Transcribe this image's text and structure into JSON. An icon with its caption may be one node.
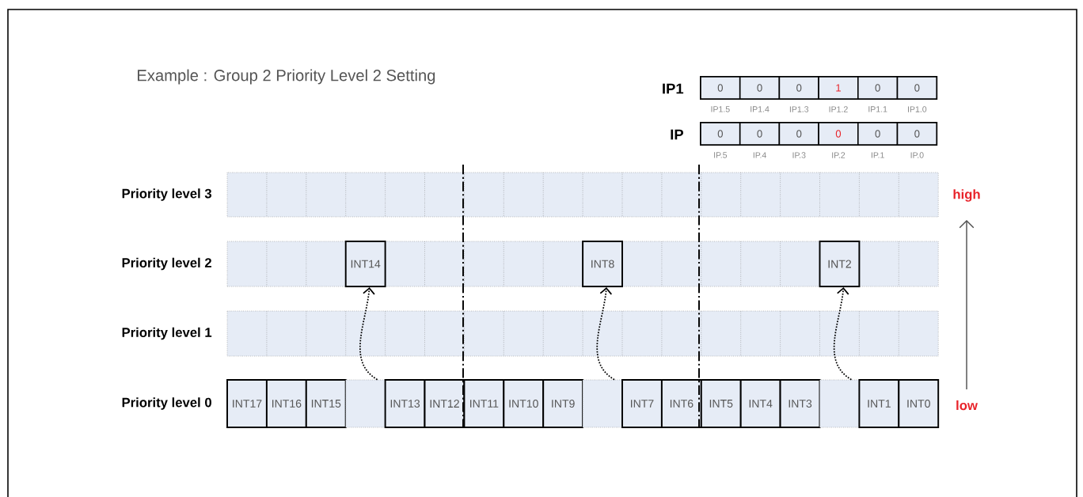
{
  "diagram": {
    "title": "Example : Group 2 Priority Level 2 Setting",
    "nodes": [
      {
        "text": [
          "IP1"
        ]
      },
      {
        "text": [
          "0"
        ],
        "in": 0,
        "beside": [
          "IP1.5"
        ]
      },
      {
        "text": [
          "0"
        ],
        "in": 0,
        "beside": [
          "IP1.4"
        ]
      },
      {
        "text": [
          "0"
        ],
        "in": 0,
        "beside": [
          "IP1.3"
        ]
      },
      {
        "text": [
          "1"
        ],
        "in": 0,
        "beside": [
          "IP1.2"
        ]
      },
      {
        "text": [
          "0"
        ],
        "in": 0,
        "beside": [
          "IP1.1"
        ]
      },
      {
        "text": [
          "0"
        ],
        "in": 0,
        "beside": [
          "IP1.0"
        ]
      },
      {
        "text": [
          "IP"
        ]
      },
      {
        "text": [
          "0"
        ],
        "in": 7,
        "beside": [
          "IP.5"
        ]
      },
      {
        "text": [
          "0"
        ],
        "in": 7,
        "beside": [
          "IP.4"
        ]
      },
      {
        "text": [
          "0"
        ],
        "in": 7,
        "beside": [
          "IP.3"
        ]
      },
      {
        "text": [
          "0"
        ],
        "in": 7,
        "beside": [
          "IP.2"
        ]
      },
      {
        "text": [
          "0"
        ],
        "in": 7,
        "beside": [
          "IP.1"
        ]
      },
      {
        "text": [
          "0"
        ],
        "in": 7,
        "beside": [
          "IP.0"
        ]
      },
      {
        "text": [
          "Priority level 2"
        ]
      },
      {
        "text": [
          "INT14"
        ],
        "in": 14
      },
      {
        "text": [
          "INT8"
        ],
        "in": 14
      },
      {
        "text": [
          "INT2"
        ],
        "in": 14
      },
      {
        "text": [
          "INT17"
        ]
      },
      {
        "text": [
          "INT16"
        ]
      },
      {
        "text": [
          "INT15"
        ]
      },
      {
        "text": [],
        "shape": "box"
      },
      {
        "text": [
          "INT13"
        ]
      },
      {
        "text": [
          "INT12"
        ]
      },
      {
        "text": [
          "INT11"
        ]
      },
      {
        "text": [
          "INT10"
        ]
      },
      {
        "text": [
          "INT9"
        ]
      },
      {
        "text": [],
        "shape": "box"
      },
      {
        "text": [
          "INT7"
        ]
      },
      {
        "text": [
          "INT6"
        ]
      },
      {
        "text": [
          "INT5"
        ]
      },
      {
        "text": [
          "INT4"
        ]
      },
      {
        "text": [
          "INT3"
        ]
      },
      {
        "text": [],
        "shape": "box"
      },
      {
        "text": [
          "INT1"
        ]
      },
      {
        "text": [
          "INT0"
        ]
      }
    ],
    "edges": [
      {
        "from": 21,
        "to": 15,
        "arrow": "to",
        "style": "dashed"
      },
      {
        "from": 27,
        "to": 16,
        "arrow": "to",
        "style": "dashed"
      },
      {
        "from": 33,
        "to": 17,
        "arrow": "to",
        "style": "dashed"
      }
    ],
    "labels": [
      "Priority level 3",
      "high",
      "Priority level 1",
      "Priority level 0",
      "low"
    ]
  }
}
